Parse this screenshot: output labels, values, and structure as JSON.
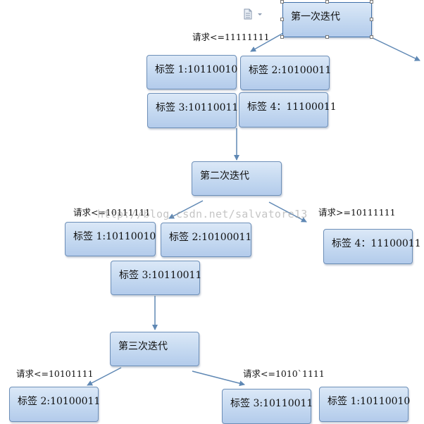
{
  "iterations": {
    "first": {
      "title": "第一次迭代",
      "request": "请求<=11111111",
      "tags": [
        "标签 1:10110010",
        "标签 2:10100011",
        "标签 3:10110011",
        "标签 4：11100011"
      ]
    },
    "second": {
      "title": "第二次迭代",
      "request_left": "请求<=10111111",
      "request_right": "请求>=10111111",
      "tags_left": [
        "标签 1:10110010",
        "标签 2:10100011",
        "标签 3:10110011"
      ],
      "tag_right": "标签 4：11100011"
    },
    "third": {
      "title": "第三次迭代",
      "request_left": "请求<=10101111",
      "request_right": "请求<=1010`1111",
      "tag_left": "标签 2:10100011",
      "tag_middle": "标签 3:10110011",
      "tag_right": "标签 1:10110010"
    }
  },
  "watermark": "http://blog.csdn.net/salvatore13",
  "icons": {
    "toolbar": "layout-options-icon"
  },
  "colors": {
    "box_fill_top": "#dbe8f7",
    "box_fill_bottom": "#b3cbeb",
    "box_border": "#6d8fb8",
    "arrow": "#5f88b4"
  }
}
